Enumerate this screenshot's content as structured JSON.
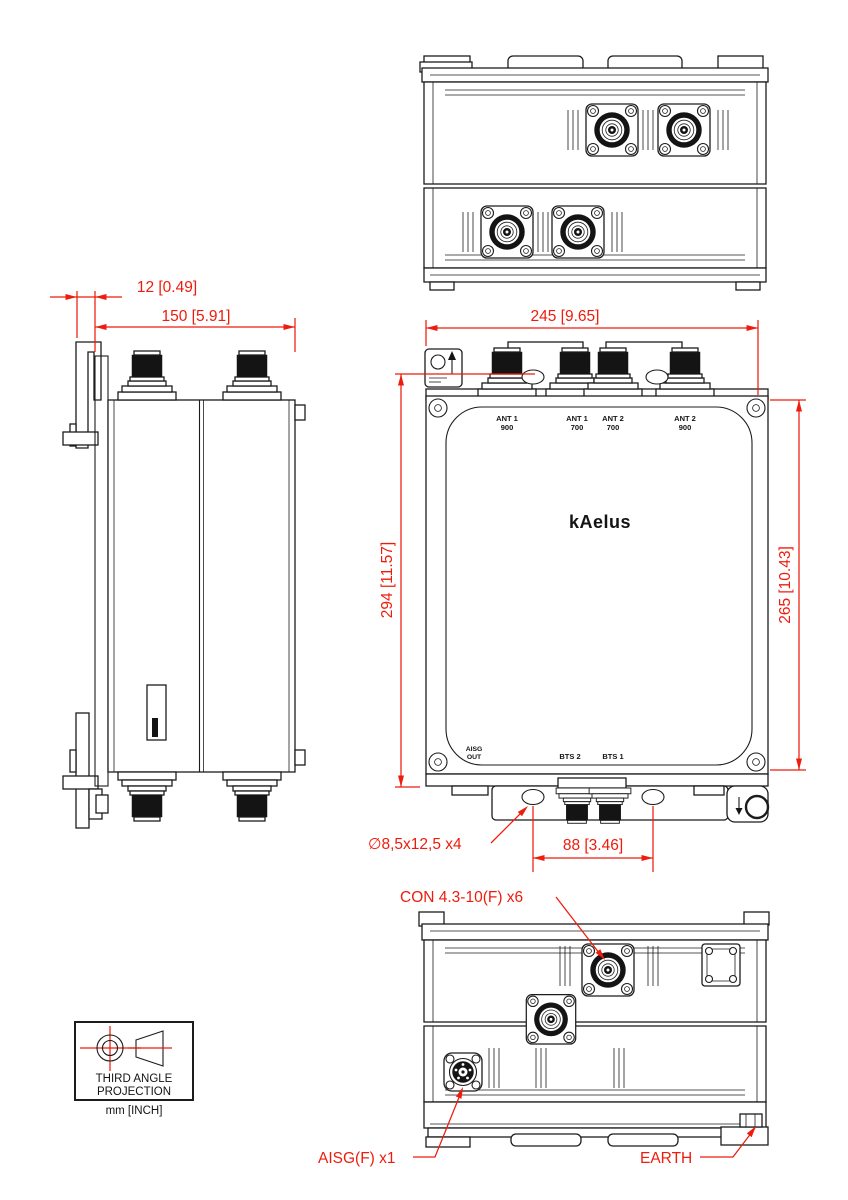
{
  "colors": {
    "line": "#1c1c1c",
    "dimension_red": "#ee1c0c",
    "background": "#ffffff"
  },
  "dims": {
    "d12": "12 [0.49]",
    "d150": "150 [5.91]",
    "d245": "245 [9.65]",
    "d294": "294 [11.57]",
    "d265": "265 [10.43]",
    "d88": "88 [3.46]",
    "slot": "∅8,5x12,5 x4"
  },
  "callouts": {
    "con": "CON 4.3-10(F) x6",
    "aisg": "AISG(F) x1",
    "earth": "EARTH"
  },
  "device": {
    "logo": "kAelus",
    "ports": [
      {
        "name": "ANT 1",
        "band": "900"
      },
      {
        "name": "ANT 1",
        "band": "700"
      },
      {
        "name": "ANT 2",
        "band": "700"
      },
      {
        "name": "ANT 2",
        "band": "900"
      }
    ],
    "aisg_out": {
      "l1": "AISG",
      "l2": "OUT"
    },
    "bts2": "BTS 2",
    "bts1": "BTS 1"
  },
  "projection": {
    "l1": "THIRD ANGLE",
    "l2": "PROJECTION",
    "units": "mm [INCH]"
  }
}
